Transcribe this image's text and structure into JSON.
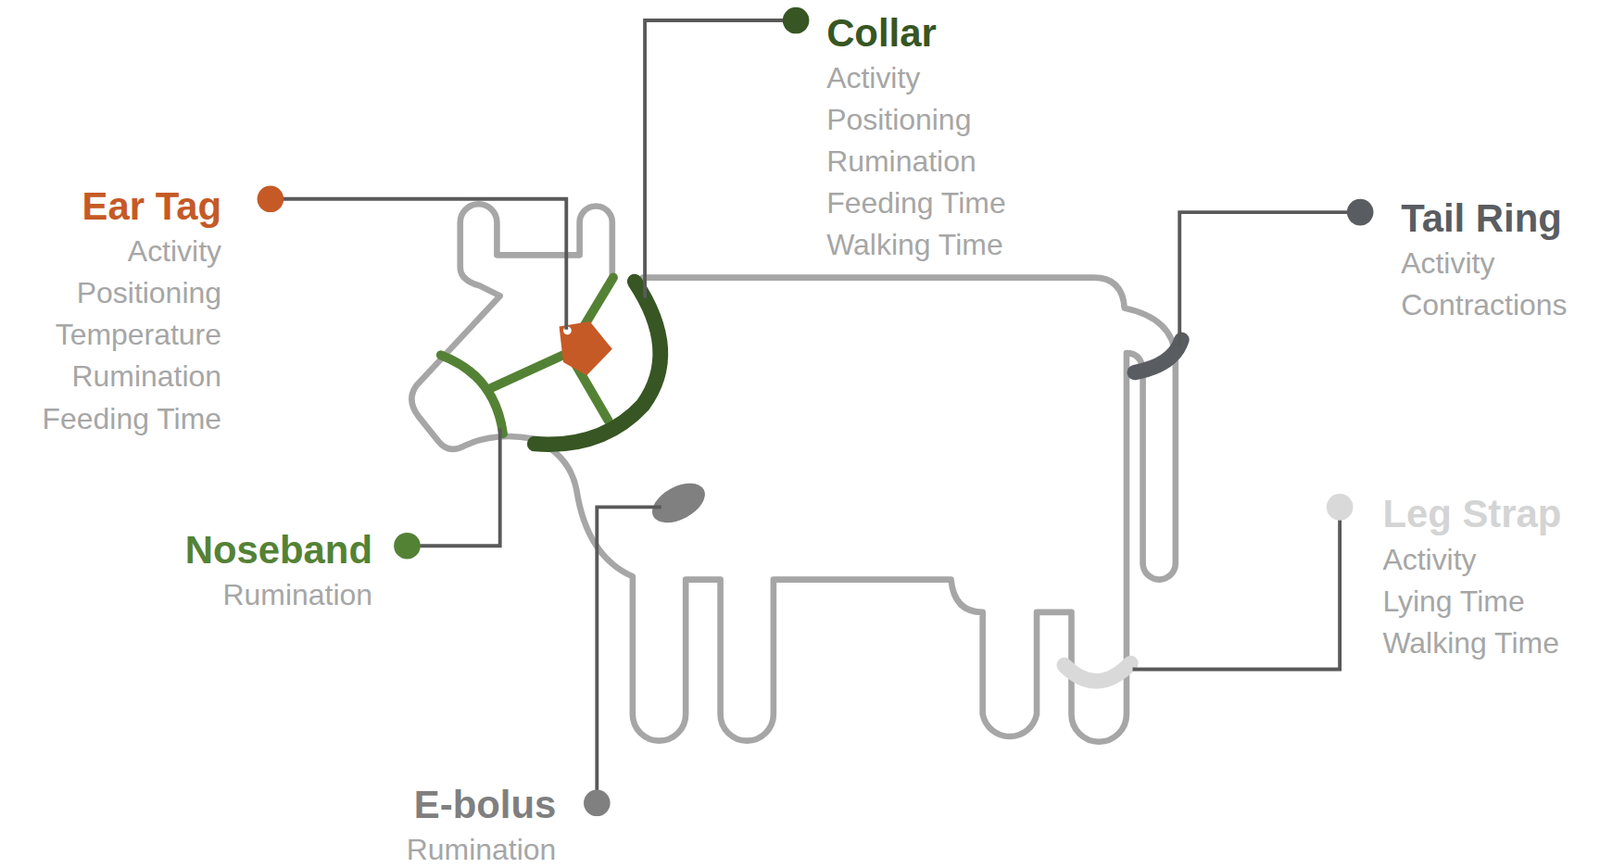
{
  "diagram": {
    "labels": [
      "Collar",
      "Activity",
      "Positioning",
      "Rumination",
      "Feeding Time",
      "Walking Time",
      "Ear Tag",
      "Activity",
      "Positioning",
      "Temperature",
      "Rumination",
      "Feeding Time",
      "Tail Ring",
      "Activity",
      "Contractions",
      "Leg Strap",
      "Activity",
      "Lying Time",
      "Walking Time",
      "Noseband",
      "Rumination",
      "E-bolus",
      "Rumination"
    ]
  }
}
